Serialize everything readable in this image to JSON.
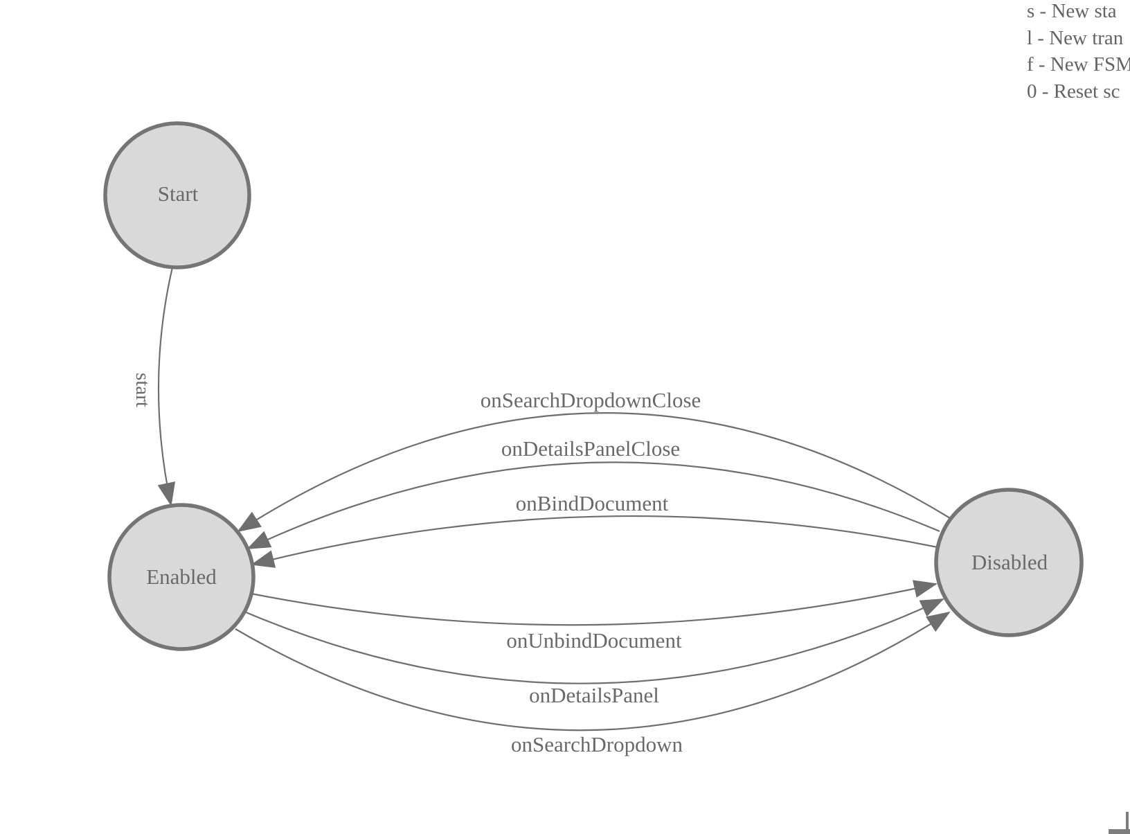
{
  "legend": {
    "shortcuts": [
      "s - New sta",
      "l - New tran",
      "f - New FSM",
      "0 - Reset sc"
    ]
  },
  "diagram": {
    "states": [
      {
        "id": "start",
        "label": "Start"
      },
      {
        "id": "enabled",
        "label": "Enabled"
      },
      {
        "id": "disabled",
        "label": "Disabled"
      }
    ],
    "transitions": [
      {
        "label": "start",
        "from": "Start",
        "to": "Enabled"
      },
      {
        "label": "onSearchDropdownClose",
        "from": "Disabled",
        "to": "Enabled"
      },
      {
        "label": "onDetailsPanelClose",
        "from": "Disabled",
        "to": "Enabled"
      },
      {
        "label": "onBindDocument",
        "from": "Disabled",
        "to": "Enabled"
      },
      {
        "label": "onUnbindDocument",
        "from": "Enabled",
        "to": "Disabled"
      },
      {
        "label": "onDetailsPanel",
        "from": "Enabled",
        "to": "Disabled"
      },
      {
        "label": "onSearchDropdown",
        "from": "Enabled",
        "to": "Disabled"
      }
    ]
  },
  "colors": {
    "state_fill": "#d9d9d9",
    "state_stroke": "#757575",
    "edge_stroke": "#6e6e6e",
    "arrow_fill": "#6e6e6e",
    "label_text": "#696969",
    "legend_text": "#636363"
  }
}
